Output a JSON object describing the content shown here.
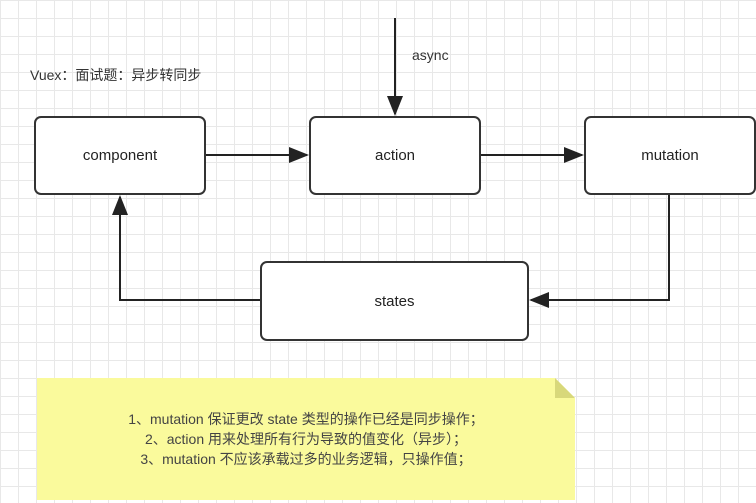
{
  "title": "Vuex：面试题：异步转同步",
  "async_label": "async",
  "nodes": {
    "component": "component",
    "action": "action",
    "mutation": "mutation",
    "states": "states"
  },
  "note": {
    "lines": [
      "1、mutation 保证更改 state 类型的操作已经是同步操作；",
      "2、action 用来处理所有行为导致的值变化（异步）；",
      "3、mutation 不应该承载过多的业务逻辑，只操作值；"
    ],
    "color": "#fafa9c"
  }
}
